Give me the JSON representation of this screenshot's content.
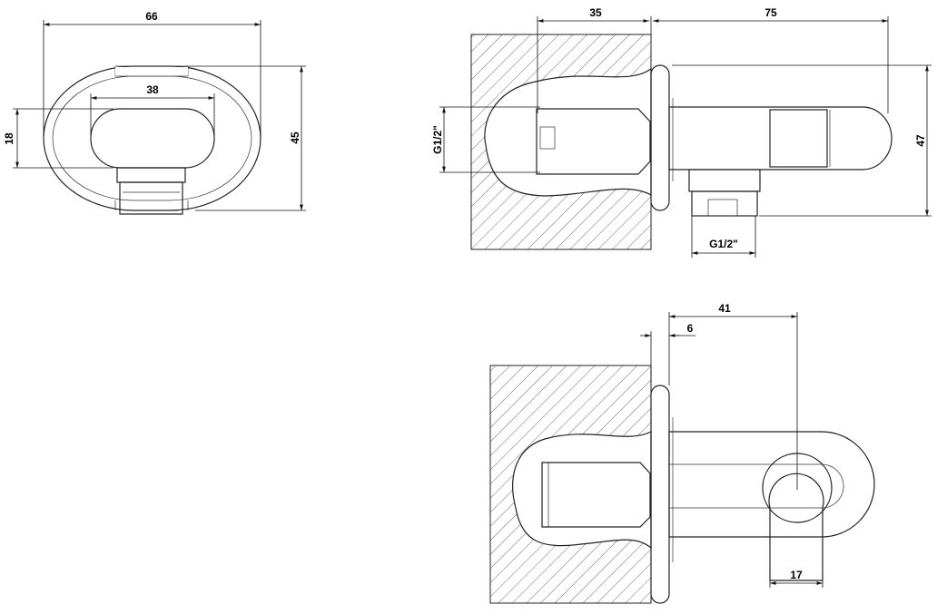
{
  "front_view": {
    "width_dim": "66",
    "inner_width_dim": "38",
    "inner_height_dim": "18",
    "height_dim": "45"
  },
  "side_view": {
    "wall_depth_dim": "35",
    "projection_dim": "75",
    "height_dim": "47",
    "inlet_thread_dim": "G1/2\"",
    "outlet_thread_dim": "G1/2\""
  },
  "top_view": {
    "axis_dim": "41",
    "flange_dim": "6",
    "handle_dim": "17"
  },
  "colors": {
    "line": "#222222",
    "background": "#ffffff"
  }
}
